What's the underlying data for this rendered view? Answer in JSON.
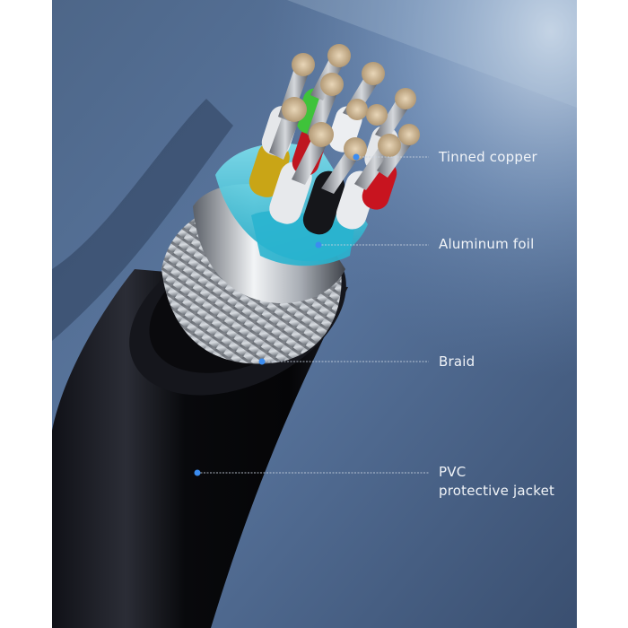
{
  "figure": {
    "background_colors": {
      "top_left": "#4a6284",
      "top_right": "#8ea9cc",
      "bottom": "#3a4f70"
    },
    "jacket_color": "#0c0d11",
    "foil_color": "#35c4dc",
    "callout_dot_color": "#3b8cf0",
    "callout_line_color": "#c9d3e0"
  },
  "callouts": [
    {
      "id": "tinned-copper",
      "lines": [
        "Tinned copper"
      ]
    },
    {
      "id": "aluminum-foil",
      "lines": [
        "Aluminum foil"
      ]
    },
    {
      "id": "braid",
      "lines": [
        "Braid"
      ]
    },
    {
      "id": "pvc-jacket",
      "lines": [
        "PVC",
        "protective jacket"
      ]
    }
  ]
}
